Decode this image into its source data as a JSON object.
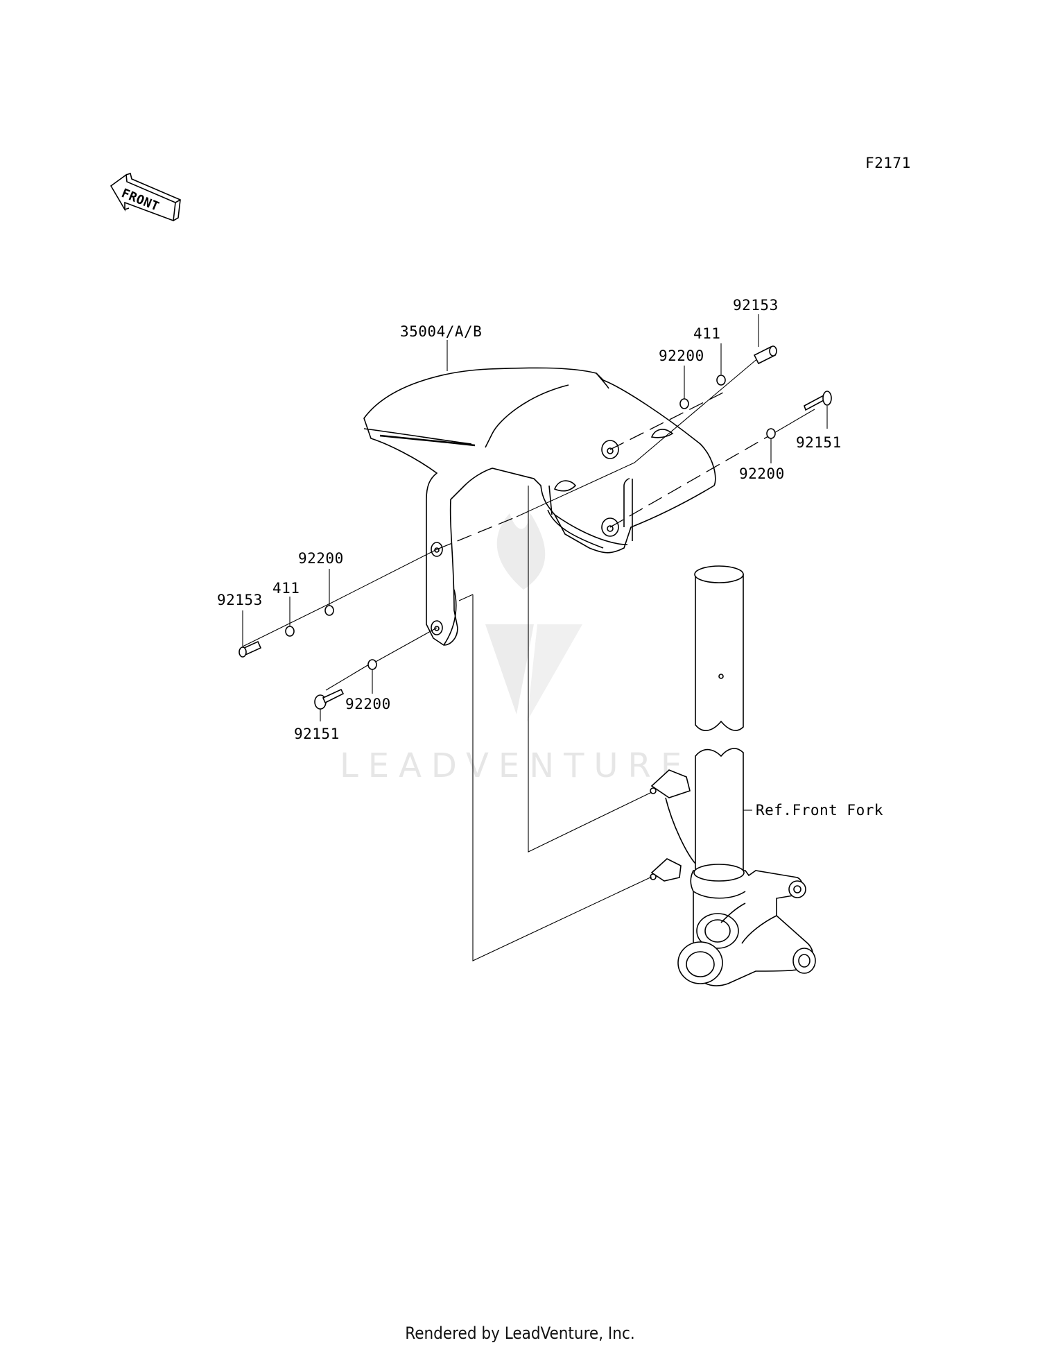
{
  "figure_code": "F2171",
  "front_label": "FRONT",
  "watermark": "LEADVENTURE",
  "footer": "Rendered by LeadVenture, Inc.",
  "labels": {
    "fender": "35004/A/B",
    "bolt_top_right": "92153",
    "washer_411_right": "411",
    "washer_92200_right_top": "92200",
    "screw_right": "92151",
    "washer_92200_right_bottom": "92200",
    "washer_92200_left_top": "92200",
    "washer_411_left": "411",
    "bolt_left": "92153",
    "washer_92200_left_bottom": "92200",
    "screw_left": "92151",
    "front_fork_ref": "Ref.Front Fork"
  }
}
